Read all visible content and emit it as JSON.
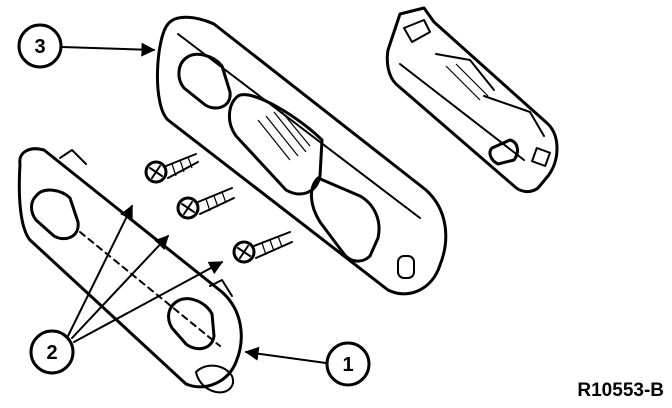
{
  "figure": {
    "id_label": "R10553-B",
    "callouts": [
      {
        "number": "1"
      },
      {
        "number": "2"
      },
      {
        "number": "3"
      }
    ],
    "colors": {
      "line": "#000000",
      "background": "#ffffff"
    }
  }
}
